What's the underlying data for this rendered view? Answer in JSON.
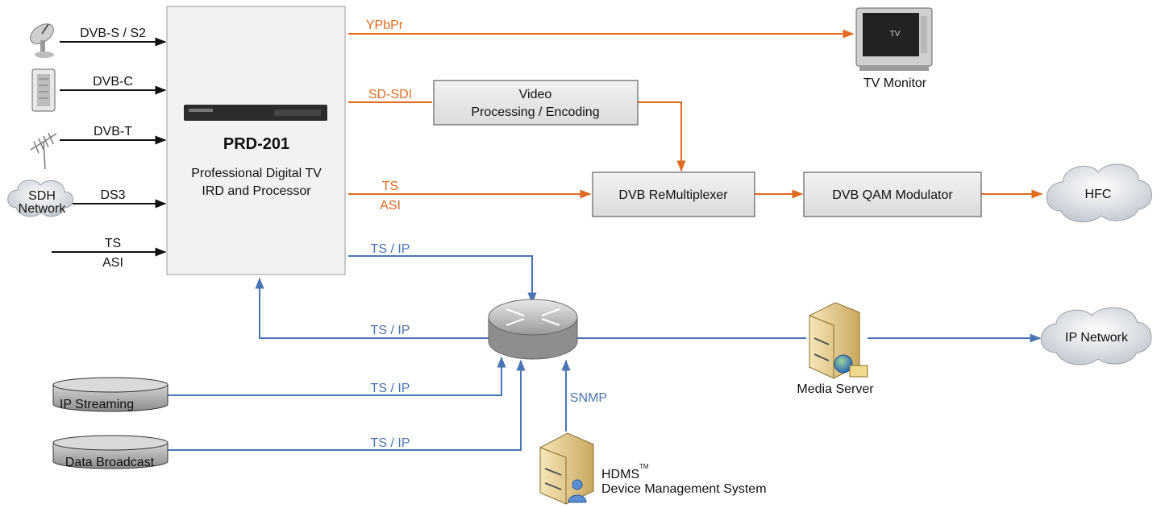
{
  "colors": {
    "orange": "#e06a20",
    "blue": "#4a74b4",
    "box": "#e2e2e2",
    "box_stroke": "#444444"
  },
  "inputs": {
    "dvbs": "DVB-S / S2",
    "dvbc": "DVB-C",
    "dvbt": "DVB-T",
    "ds3": "DS3",
    "ts": "TS",
    "asi": "ASI",
    "sdh_line1": "SDH",
    "sdh_line2": "Network"
  },
  "prd": {
    "model": "PRD-201",
    "desc_line1": "Professional Digital TV",
    "desc_line2": "IRD and Processor"
  },
  "outputs": {
    "ypbpr": "YPbPr",
    "sdsdi": "SD-SDI",
    "ts": "TS",
    "asi": "ASI",
    "tsip_out": "TS / IP",
    "tsip_back": "TS / IP"
  },
  "tv_monitor": {
    "label": "TV Monitor",
    "screen_text": "TV"
  },
  "video_proc": {
    "line1": "Video",
    "line2": "Processing / Encoding"
  },
  "remux": {
    "label": "DVB ReMultiplexer"
  },
  "qam": {
    "label": "DVB QAM Modulator"
  },
  "hfc": {
    "label": "HFC"
  },
  "ip_network": {
    "label": "IP Network"
  },
  "media_server": {
    "label": "Media Server"
  },
  "ip_streaming": {
    "label": "IP Streaming",
    "link": "TS / IP"
  },
  "data_broadcast": {
    "label": "Data Broadcast",
    "link": "TS / IP"
  },
  "hdms": {
    "name": "HDMS",
    "tm": "TM",
    "desc": "Device Management System",
    "link": "SNMP"
  },
  "icons": [
    "satellite-dish-icon",
    "cable-headend-icon",
    "terrestrial-antenna-icon",
    "cloud-icon",
    "router-icon",
    "server-icon",
    "tv-icon",
    "database-icon",
    "user-icon",
    "globe-icon"
  ]
}
